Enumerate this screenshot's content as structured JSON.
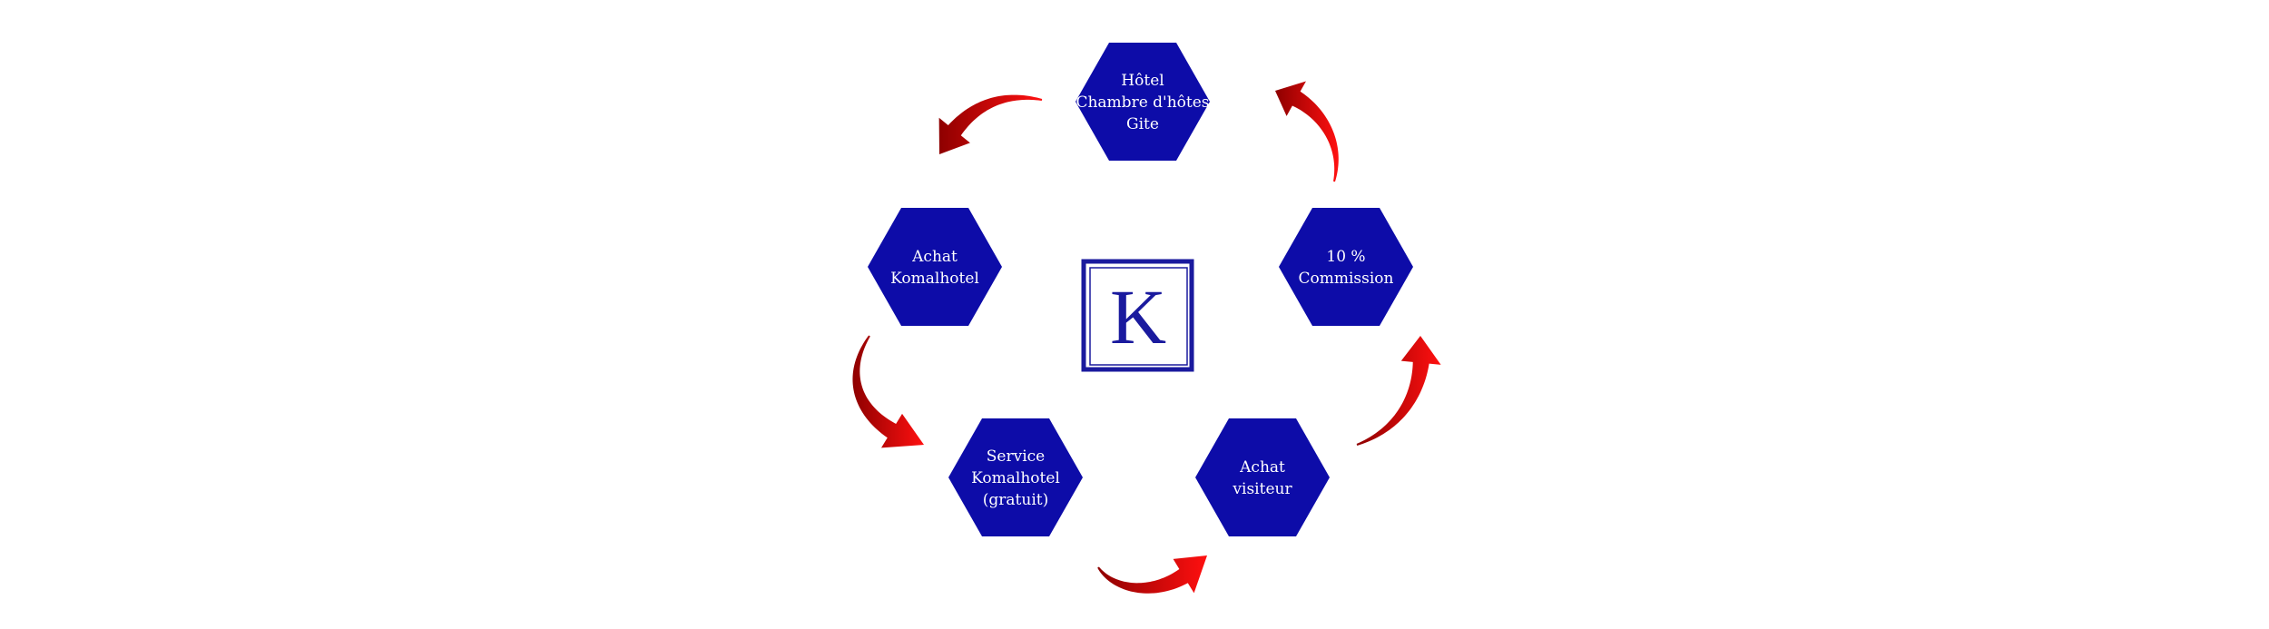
{
  "colors": {
    "hexagon": "#0d0ca8",
    "arrow_dark": "#8e0000",
    "arrow_light": "#ff1010",
    "logo": "#1a1a9e",
    "background": "#ffffff"
  },
  "center_logo": {
    "letter": "K"
  },
  "nodes": [
    {
      "id": "hotel",
      "lines": [
        "Hôtel",
        "Chambre d'hôtes",
        "Gite"
      ]
    },
    {
      "id": "commission",
      "lines": [
        "10 %",
        "Commission"
      ]
    },
    {
      "id": "achat-visiteur",
      "lines": [
        "Achat",
        "visiteur"
      ]
    },
    {
      "id": "service",
      "lines": [
        "Service",
        "Komalhotel",
        "(gratuit)"
      ]
    },
    {
      "id": "achat-komalhotel",
      "lines": [
        "Achat",
        "Komalhotel"
      ]
    }
  ],
  "arrows": [
    {
      "id": "hotel-to-commission"
    },
    {
      "id": "commission-to-achat-visiteur"
    },
    {
      "id": "achat-visiteur-to-service"
    },
    {
      "id": "service-to-achat-komalhotel"
    },
    {
      "id": "achat-komalhotel-to-hotel"
    }
  ]
}
